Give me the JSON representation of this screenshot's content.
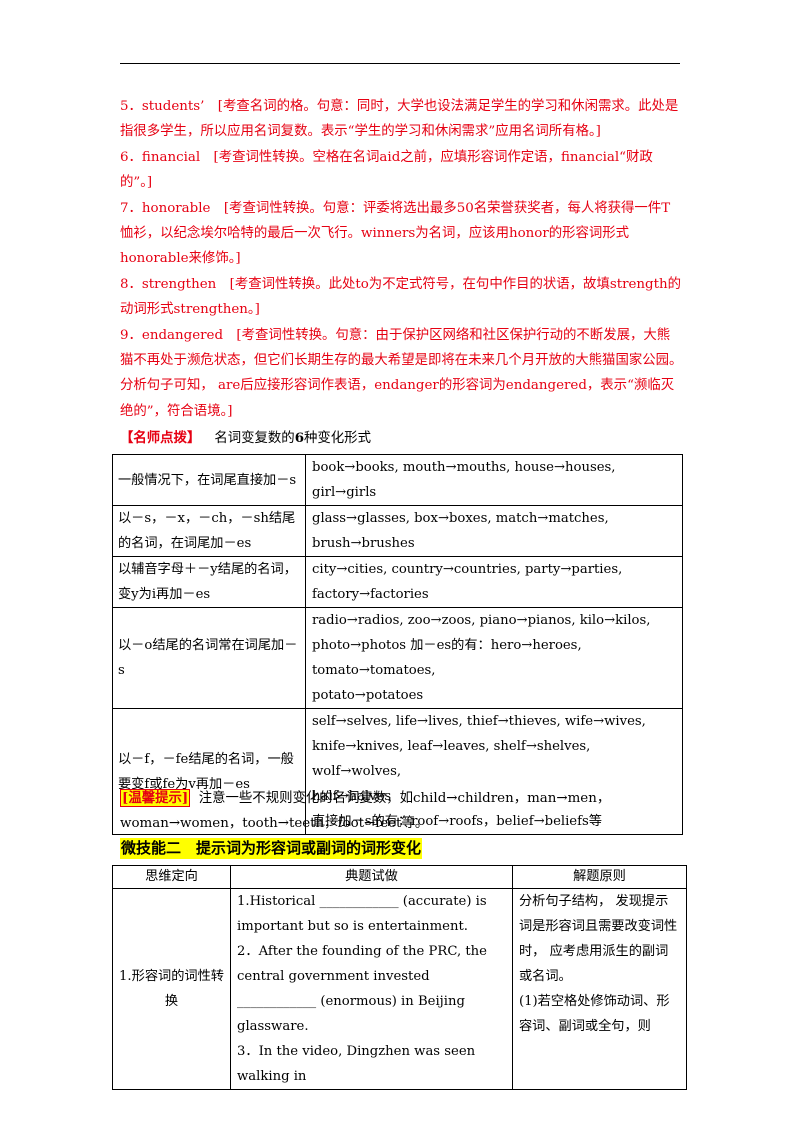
{
  "answers": [
    "5．students’　[考查名词的格。句意：同时，大学也设法满足学生的学习和休闲需求。此处是指很多学生，所以应用名词复数。表示“学生的学习和休闲需求”应用名词所有格。]",
    "6．financial　[考查词性转换。空格在名词aid之前，应填形容词作定语，financial“财政的”。]",
    "7．honorable　[考查词性转换。句意：评委将选出最多50名荣誉获奖者，每人将获得一件T恤衫，以纪念埃尔哈特的最后一次飞行。winners为名词，应该用honor的形容词形式honorable来修饰。]",
    "8．strengthen　[考查词性转换。此处to为不定式符号，在句中作目的状语，故填strength的动词形式strengthen。]",
    "9．endangered　[考查词性转换。句意：由于保护区网络和社区保护行动的不断发展，大熊猫不再处于濒危状态，但它们长期生存的最大希望是即将在未来几个月开放的大熊猫国家公园。分析句子可知， are后应接形容词作表语，endanger的形容词为endangered，表示“濒临灭绝的”，符合语境。]"
  ],
  "tip": {
    "tag": "【名师点拨】",
    "text_before": "名词变复数的",
    "number": "6",
    "text_after": "种变化形式"
  },
  "plural_table": [
    {
      "rule": "一般情况下，在词尾直接加－s",
      "examples": [
        "book→books, mouth→mouths, house→houses, girl→girls"
      ]
    },
    {
      "rule": "以－s，－x，－ch，－sh结尾的名词，在词尾加－es",
      "examples": [
        "glass→glasses, box→boxes, match→matches, brush→brushes"
      ]
    },
    {
      "rule": "以辅音字母＋－y结尾的名词，变y为i再加－es",
      "examples": [
        "city→cities, country→countries, party→parties,",
        "factory→factories"
      ]
    },
    {
      "rule": "以－o结尾的名词常在词尾加－s",
      "examples": [
        "radio→radios, zoo→zoos, piano→pianos, kilo→kilos,",
        "photo→photos 加－es的有：hero→heroes, tomato→tomatoes,",
        "potato→potatoes"
      ]
    },
    {
      "rule": "以－f，－fe结尾的名词，一般要变f或fe为v再加－es",
      "examples": [
        "self→selves, life→lives, thief→thieves, wife→wives,",
        "knife→knives, leaf→leaves, shelf→shelves, wolf→wolves,",
        "half→halves",
        "直接加－s的有：roof→roofs，belief→beliefs等"
      ]
    }
  ],
  "reminder": {
    "tag": "[温馨提示]",
    "text": "注意一些不规则变化的名词复数，如child→children，man→men，woman→women，tooth→teeth，foot→feet等。"
  },
  "skill_heading": "微技能二　提示词为形容词或副词的词形变化",
  "skill_table": {
    "headers": [
      "思维定向",
      "典题试做",
      "解题原则"
    ],
    "row": {
      "direction": "1.形容词的词性转换",
      "exercises": [
        "1.Historical ____________ (accurate) is important but so is entertainment.",
        "2．After the founding of the PRC, the central government invested ____________ (enormous) in Beijing glassware.",
        "3．In the video, Dingzhen was seen walking in"
      ],
      "principle": [
        "分析句子结构， 发现提示词是形容词且需要改变词性时， 应考虑用派生的副词或名词。",
        "(1)若空格处修饰动词、形容词、副词或全句，则"
      ]
    }
  }
}
